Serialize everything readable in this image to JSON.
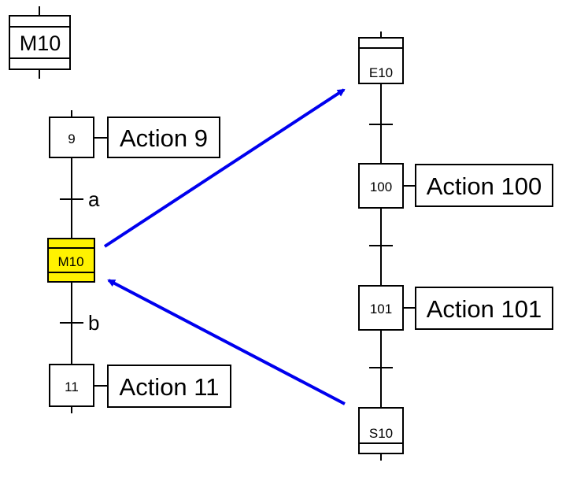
{
  "legend": {
    "label": "M10"
  },
  "main_sequence": {
    "step_9": {
      "number": "9",
      "action": "Action 9"
    },
    "transition_a": "a",
    "macro_step": "M10",
    "transition_b": "b",
    "step_11": {
      "number": "11",
      "action": "Action 11"
    }
  },
  "macro_expansion": {
    "entry_step": "E10",
    "step_100": {
      "number": "100",
      "action": "Action 100"
    },
    "step_101": {
      "number": "101",
      "action": "Action 101"
    },
    "exit_step": "S10"
  },
  "colors": {
    "macro_fill": "#fff200",
    "arrow": "#0000ee",
    "line": "#000000"
  }
}
